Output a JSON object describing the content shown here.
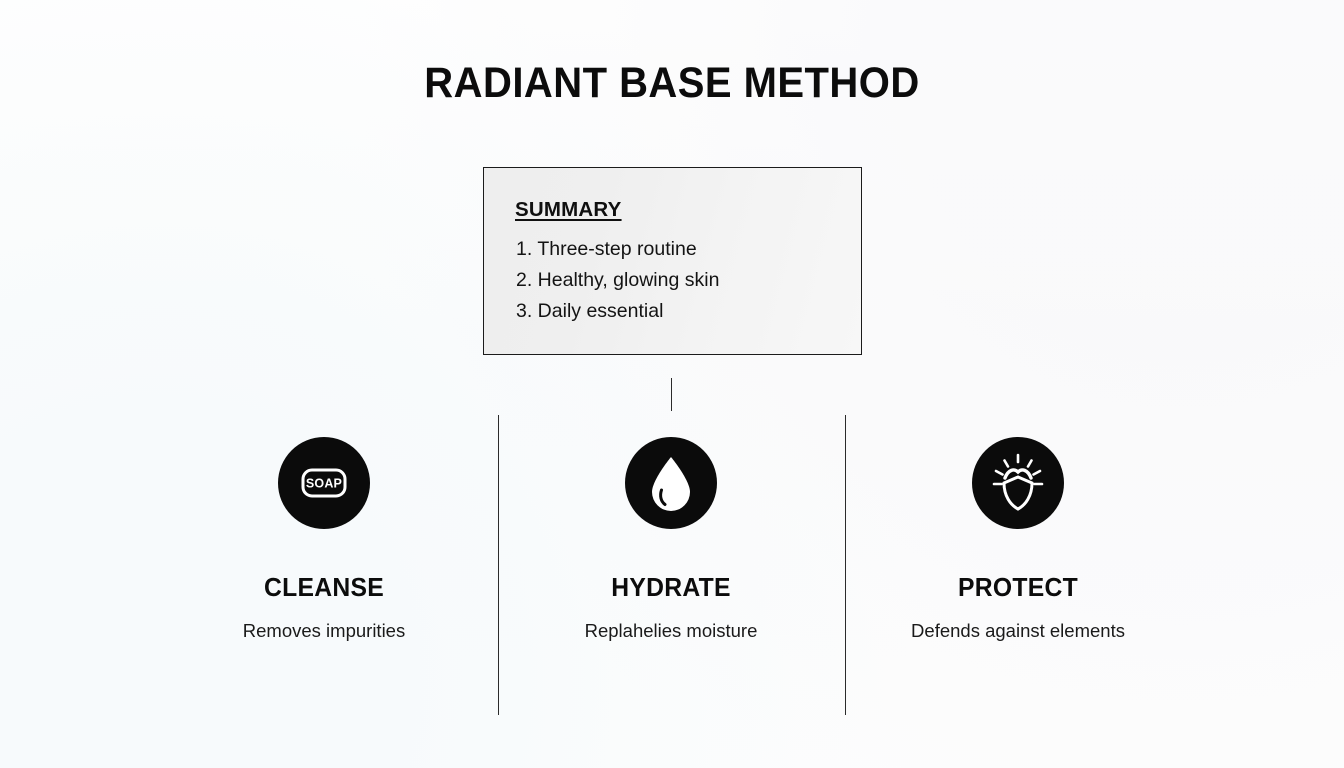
{
  "slide": {
    "title": "RADIANT BASE METHOD",
    "background_color": "#fdfdfd",
    "accent_color": "#0b0b0b"
  },
  "summary": {
    "heading": "SUMMARY",
    "items": [
      "1. Three-step routine",
      "2. Healthy, glowing skin",
      "3. Daily essential"
    ],
    "border_color": "#1b1b1b",
    "fill_color": "#f1f1f1"
  },
  "steps": [
    {
      "icon": "soap-bar-icon",
      "icon_text": "SOAP",
      "title": "CLEANSE",
      "description": "Removes impurities"
    },
    {
      "icon": "water-droplet-icon",
      "icon_text": "",
      "title": "HYDRATE",
      "description": "Replahelies moisture"
    },
    {
      "icon": "sun-shield-icon",
      "icon_text": "",
      "title": "PROTECT",
      "description": "Defends against elements"
    }
  ]
}
